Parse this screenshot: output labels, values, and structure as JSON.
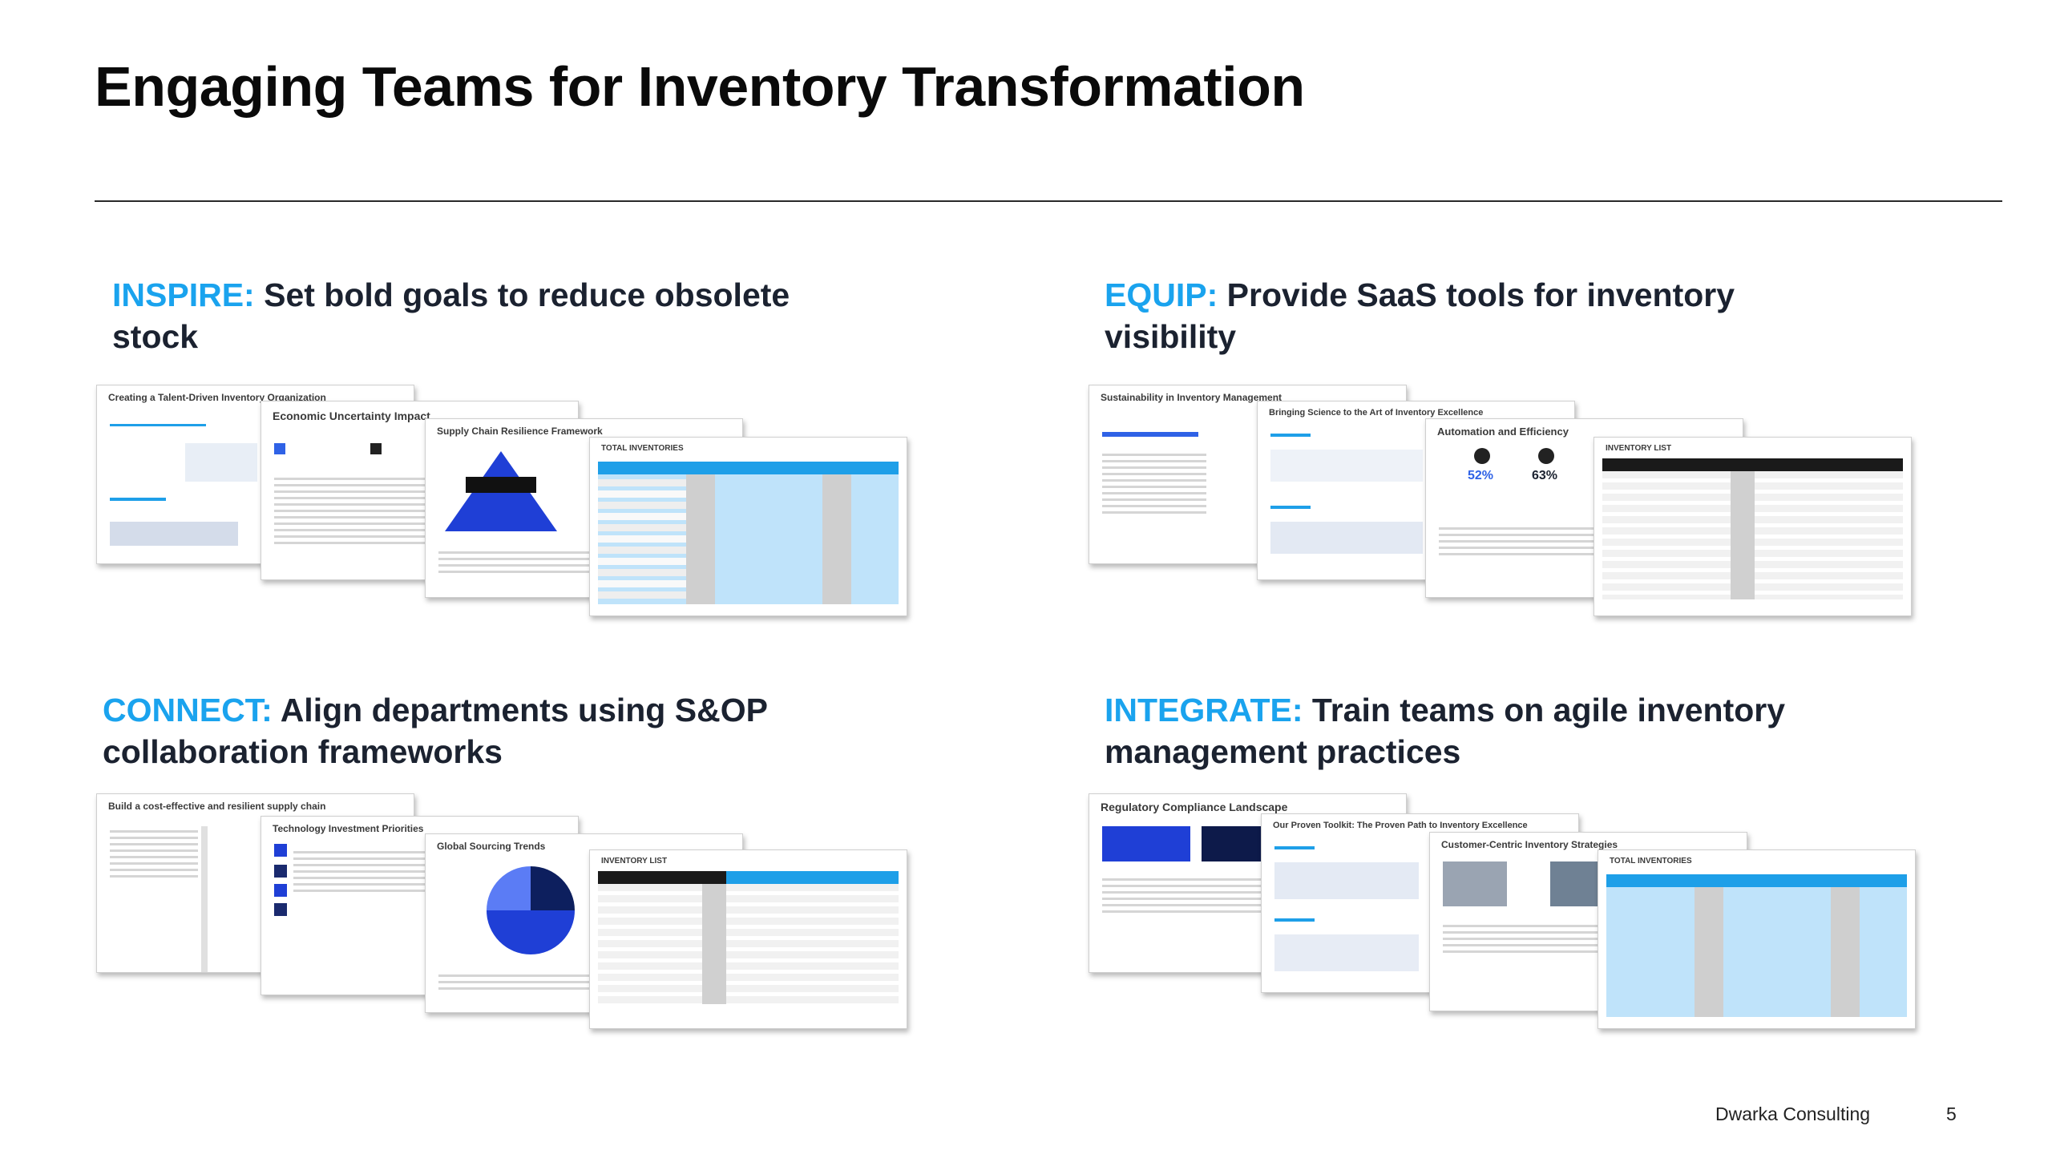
{
  "slide": {
    "title": "Engaging Teams for Inventory Transformation",
    "footer_company": "Dwarka Consulting",
    "page_number": "5"
  },
  "quadrants": [
    {
      "keyword": "INSPIRE:",
      "text": "Set bold goals to reduce obsolete stock",
      "thumbs": [
        "Creating a Talent-Driven Inventory Organization",
        "Economic Uncertainty Impact",
        "Supply Chain Resilience Framework",
        "TOTAL INVENTORIES"
      ]
    },
    {
      "keyword": "EQUIP:",
      "text": "Provide SaaS tools for inventory visibility",
      "thumbs": [
        "Sustainability in Inventory Management",
        "Bringing Science to the Art of Inventory Excellence",
        "Automation and Efficiency",
        "INVENTORY LIST"
      ],
      "stats": [
        "52%",
        "63%"
      ]
    },
    {
      "keyword": "CONNECT:",
      "text": "Align departments using S&OP collaboration frameworks",
      "thumbs": [
        "Build a cost-effective and resilient supply chain",
        "Technology Investment Priorities",
        "Global Sourcing Trends",
        "INVENTORY LIST"
      ]
    },
    {
      "keyword": "INTEGRATE:",
      "text": "Train teams on agile inventory management practices",
      "thumbs": [
        "Regulatory Compliance Landscape",
        "Our Proven Toolkit: The Proven Path to Inventory Excellence",
        "Customer-Centric Inventory Strategies",
        "TOTAL INVENTORIES"
      ]
    }
  ],
  "colors": {
    "accent": "#1aa3ee",
    "title": "#0a0a0a",
    "rule": "#2a2a2a"
  }
}
